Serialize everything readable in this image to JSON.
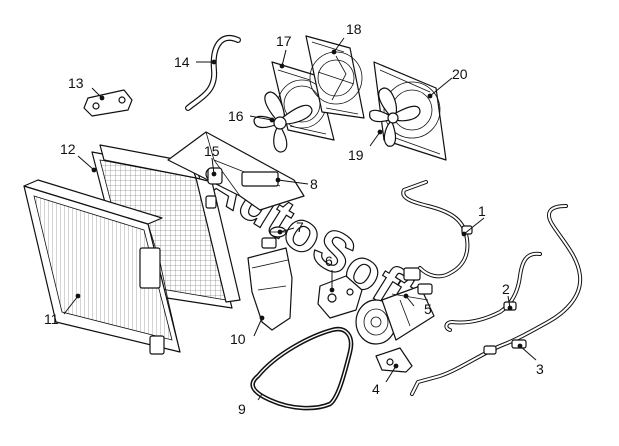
{
  "callouts": {
    "c1": "1",
    "c2": "2",
    "c3": "3",
    "c4": "4",
    "c5": "5",
    "c6": "6",
    "c7": "7",
    "c8": "8",
    "c9": "9",
    "c10": "10",
    "c11": "11",
    "c12": "12",
    "c13": "13",
    "c14": "14",
    "c15": "15",
    "c16": "16",
    "c17": "17",
    "c18": "18",
    "c19": "19",
    "c20": "20"
  },
  "watermark": "AutoSoft"
}
